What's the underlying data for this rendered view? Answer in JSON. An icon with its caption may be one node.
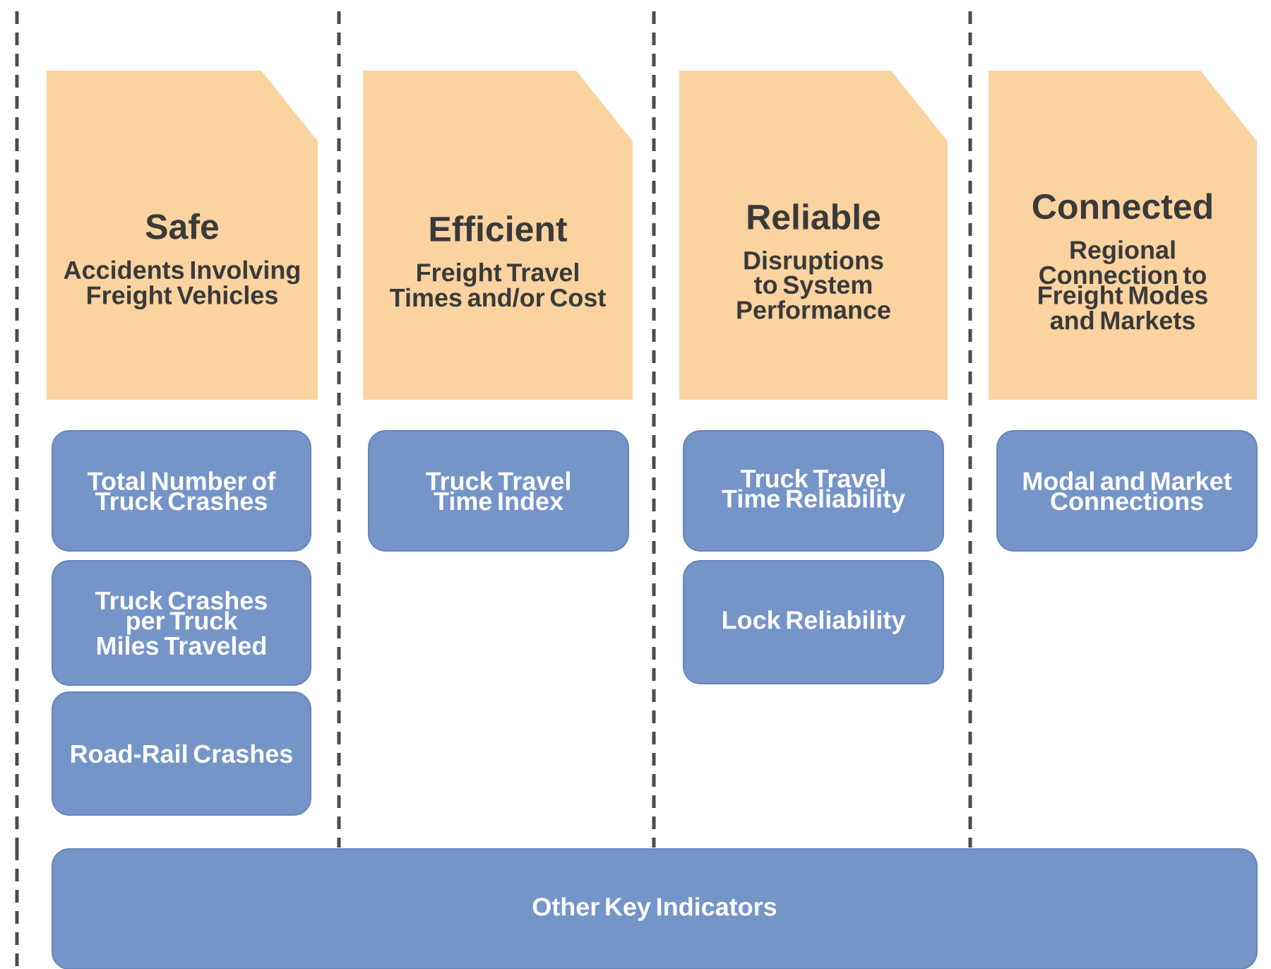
{
  "diagram": {
    "nodes": [
      {
        "text": [
          "Safe",
          "Accidents Involving Freight Vehicles"
        ]
      },
      {
        "text": [
          "Efficient",
          "Freight Travel Times and/or Cost"
        ]
      },
      {
        "text": [
          "Reliable",
          "Disruptions to System Performance"
        ]
      },
      {
        "text": [
          "Connected",
          "Regional Connection to Freight Modes and Markets"
        ]
      },
      {
        "text": [
          "Total Number of Truck Crashes"
        ]
      },
      {
        "text": [
          "Truck Crashes per Truck Miles Traveled"
        ]
      },
      {
        "text": [
          "Road-Rail Crashes"
        ]
      },
      {
        "text": [
          "Truck Travel Time Index"
        ]
      },
      {
        "text": [
          "Truck Travel Time Reliability"
        ]
      },
      {
        "text": [
          "Lock Reliability"
        ]
      },
      {
        "text": [
          "Modal and Market Connections"
        ]
      },
      {
        "text": [
          "Other Key Indicators"
        ]
      }
    ]
  }
}
